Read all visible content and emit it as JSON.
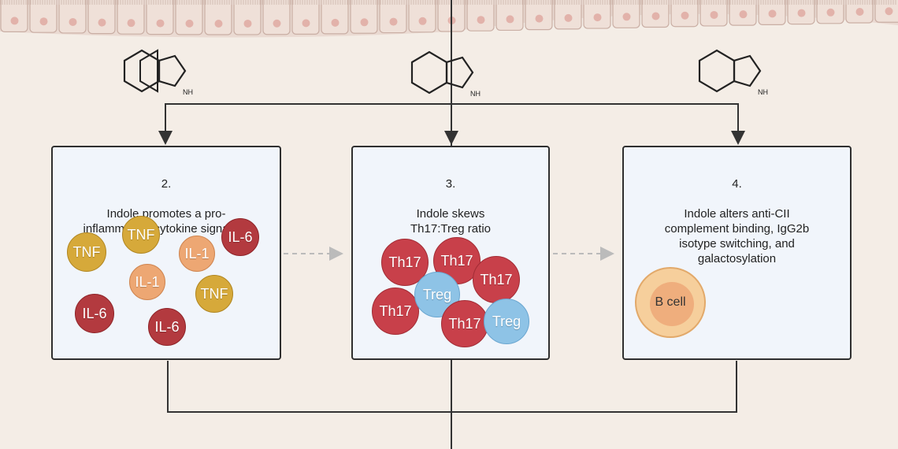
{
  "panels": [
    {
      "number": "2.",
      "title": "Indole promotes a pro-\ninflammatory cytokine signature",
      "cells": [
        {
          "label": "TNF",
          "type": "tnf"
        },
        {
          "label": "TNF",
          "type": "tnf"
        },
        {
          "label": "IL-1",
          "type": "il1"
        },
        {
          "label": "IL-6",
          "type": "il6"
        },
        {
          "label": "IL-1",
          "type": "il1"
        },
        {
          "label": "TNF",
          "type": "tnf"
        },
        {
          "label": "IL-6",
          "type": "il6"
        },
        {
          "label": "IL-6",
          "type": "il6"
        }
      ]
    },
    {
      "number": "3.",
      "title": "Indole skews\nTh17:Treg ratio",
      "cells": [
        {
          "label": "Th17",
          "type": "th17"
        },
        {
          "label": "Th17",
          "type": "th17"
        },
        {
          "label": "Th17",
          "type": "th17"
        },
        {
          "label": "Th17",
          "type": "th17"
        },
        {
          "label": "Treg",
          "type": "treg"
        },
        {
          "label": "Th17",
          "type": "th17"
        },
        {
          "label": "Treg",
          "type": "treg"
        }
      ]
    },
    {
      "number": "4.",
      "title": "Indole alters anti-CII\ncomplement binding, IgG2b\nisotype switching, and\ngalactosylation",
      "cells": [
        {
          "label": "B cell",
          "type": "bcell"
        }
      ]
    }
  ],
  "molecule_label": "NH",
  "colors": {
    "background": "#f4ede6",
    "panel": "#f1f5fb",
    "epithelium": "#efe0d8",
    "arrow": "#333333",
    "dashed_arrow": "#bbbbbb"
  }
}
